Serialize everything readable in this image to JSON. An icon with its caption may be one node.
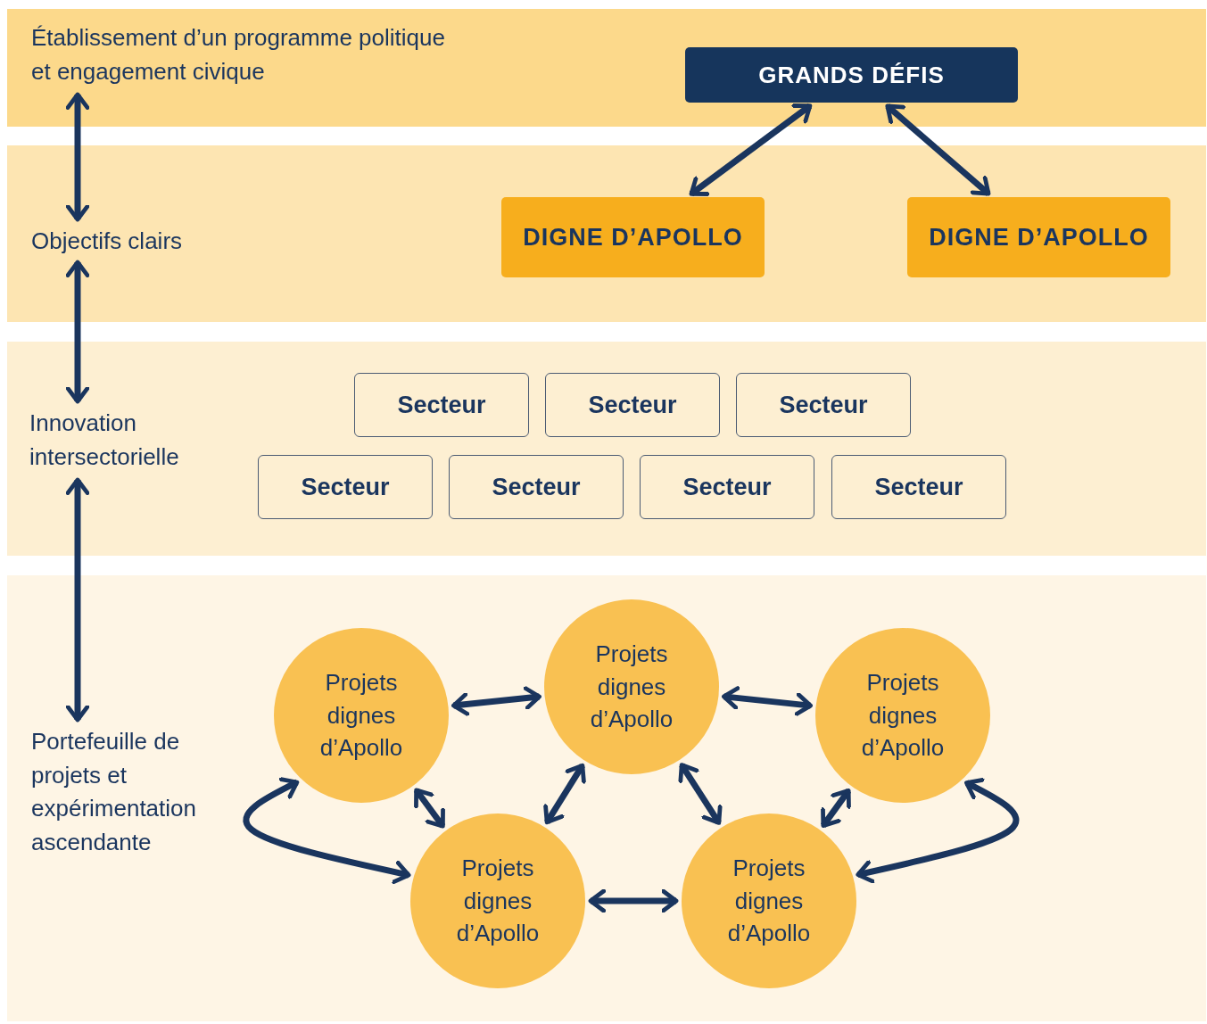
{
  "diagram": {
    "nodes": [
      {
        "text": [],
        "shape": "band"
      },
      {
        "text": [
          "Établissement d’un programme politique et engagement civique"
        ],
        "in": 0
      },
      {
        "text": [
          "GRANDS DÉFIS"
        ],
        "in": 0
      },
      {
        "text": [],
        "shape": "band"
      },
      {
        "text": [
          "Objectifs clairs"
        ],
        "in": 3
      },
      {
        "text": [
          "DIGNE D’APOLLO"
        ],
        "in": 3
      },
      {
        "text": [
          "DIGNE D’APOLLO"
        ],
        "in": 3
      },
      {
        "text": [],
        "shape": "band"
      },
      {
        "text": [
          "Innovation intersectorielle"
        ],
        "in": 7
      },
      {
        "text": [
          "Secteur"
        ],
        "in": 7
      },
      {
        "text": [
          "Secteur"
        ],
        "in": 7
      },
      {
        "text": [
          "Secteur"
        ],
        "in": 7
      },
      {
        "text": [
          "Secteur"
        ],
        "in": 7
      },
      {
        "text": [
          "Secteur"
        ],
        "in": 7
      },
      {
        "text": [
          "Secteur"
        ],
        "in": 7
      },
      {
        "text": [
          "Secteur"
        ],
        "in": 7
      },
      {
        "text": [],
        "shape": "band"
      },
      {
        "text": [
          "Portefeuille de projets et expérimentation ascendante"
        ],
        "in": 16
      },
      {
        "text": [
          "Projets dignes d’Apollo"
        ],
        "in": 16
      },
      {
        "text": [
          "Projets dignes d’Apollo"
        ],
        "in": 16
      },
      {
        "text": [
          "Projets dignes d’Apollo"
        ],
        "in": 16
      },
      {
        "text": [
          "Projets dignes d’Apollo"
        ],
        "in": 16
      },
      {
        "text": [
          "Projets dignes d’Apollo"
        ],
        "in": 16
      }
    ],
    "edges": [
      {
        "from": 1,
        "to": 4,
        "arrow": "both"
      },
      {
        "from": 4,
        "to": 8,
        "arrow": "both"
      },
      {
        "from": 8,
        "to": 17,
        "arrow": "both"
      },
      {
        "from": 2,
        "to": 5,
        "arrow": "both"
      },
      {
        "from": 2,
        "to": 6,
        "arrow": "both"
      },
      {
        "from": 19,
        "to": 18,
        "arrow": "both"
      },
      {
        "from": 18,
        "to": 20,
        "arrow": "both"
      },
      {
        "from": 19,
        "to": 21,
        "arrow": "both"
      },
      {
        "from": 19,
        "to": 21,
        "arrow": "both"
      },
      {
        "from": 18,
        "to": 21,
        "arrow": "both"
      },
      {
        "from": 18,
        "to": 22,
        "arrow": "both"
      },
      {
        "from": 20,
        "to": 22,
        "arrow": "both"
      },
      {
        "from": 20,
        "to": 22,
        "arrow": "both"
      },
      {
        "from": 21,
        "to": 22,
        "arrow": "both"
      }
    ]
  }
}
